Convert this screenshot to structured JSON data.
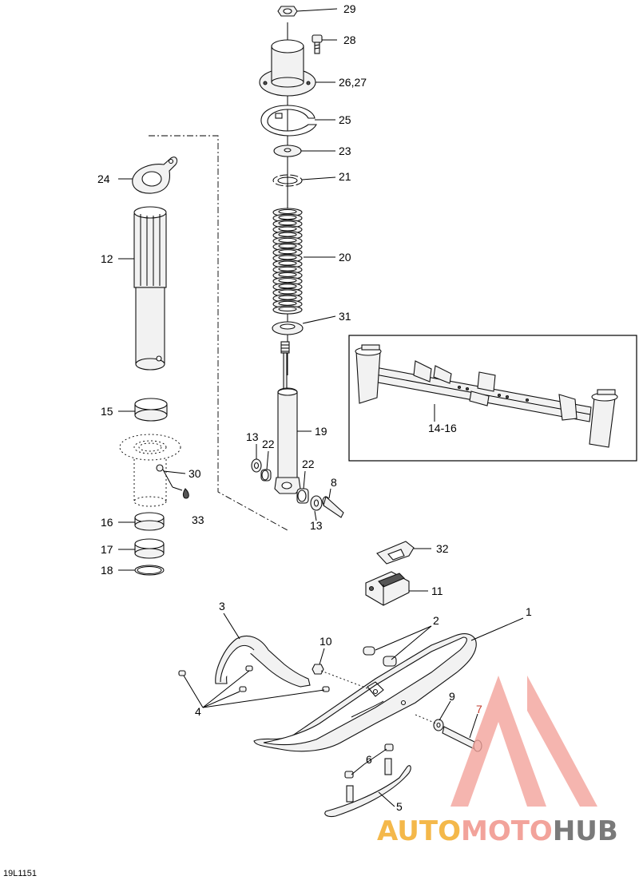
{
  "drawing_code": "19L1151",
  "watermark": {
    "part1": "AUTO",
    "part2": "MOTO",
    "part3": "HUB",
    "color_auto": "#f4b84a",
    "color_moto": "#f2a39b",
    "color_hub": "#7a7a7a",
    "triangle_color": "#f2a39b"
  },
  "callouts": {
    "c1": "1",
    "c2": "2",
    "c3": "3",
    "c4": "4",
    "c5": "5",
    "c6": "6",
    "c7": "7",
    "c8": "8",
    "c9": "9",
    "c10": "10",
    "c11": "11",
    "c12": "12",
    "c13a": "13",
    "c13b": "13",
    "c14_16": "14-16",
    "c15": "15",
    "c16": "16",
    "c17": "17",
    "c18": "18",
    "c19": "19",
    "c20": "20",
    "c21": "21",
    "c22a": "22",
    "c22b": "22",
    "c23": "23",
    "c24": "24",
    "c25": "25",
    "c26_27": "26,27",
    "c28": "28",
    "c29": "29",
    "c30": "30",
    "c31": "31",
    "c32": "32",
    "c33": "33"
  }
}
